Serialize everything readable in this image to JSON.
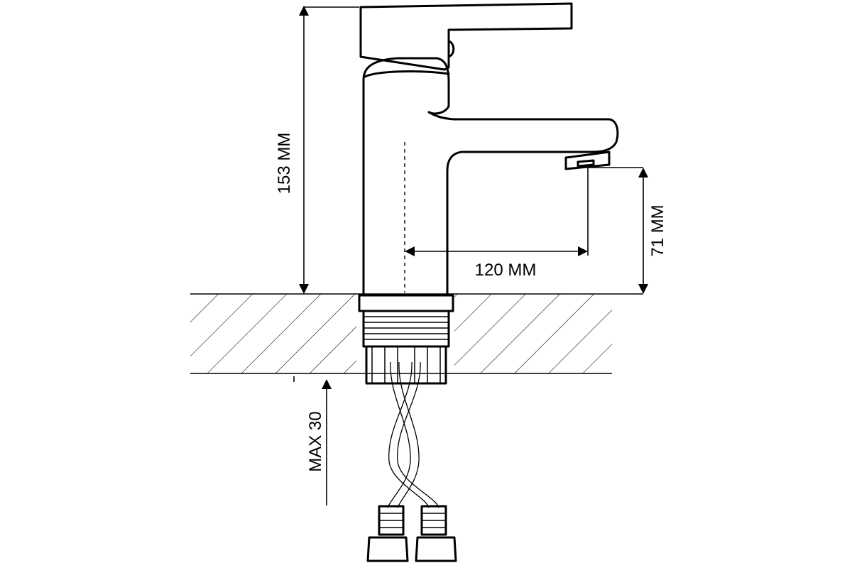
{
  "dimensions": {
    "height_total": "153 MM",
    "spout_reach": "120 MM",
    "spout_height": "71 MM",
    "countertop_max": "MAX 30"
  }
}
